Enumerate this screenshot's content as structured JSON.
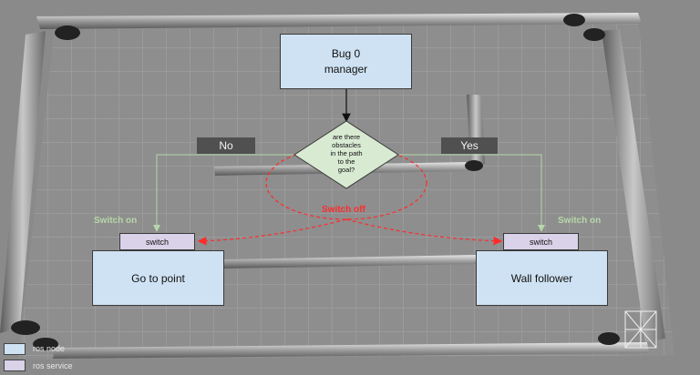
{
  "manager": {
    "text_line1": "Bug 0",
    "text_line2": "manager"
  },
  "decision": {
    "lines": [
      "are there",
      "obstacles",
      "in the path",
      "to the",
      "goal?"
    ]
  },
  "branches": {
    "no": "No",
    "yes": "Yes"
  },
  "switch_on_left": "Switch on",
  "switch_on_right": "Switch on",
  "switch_off": "Switch off",
  "left_node": {
    "service": "switch",
    "name": "Go to point"
  },
  "right_node": {
    "service": "switch",
    "name": "Wall follower"
  },
  "legend": {
    "node": "ros node",
    "service": "ros service"
  },
  "colors": {
    "ros_node": "#cfe2f3",
    "ros_service": "#d9d2e9",
    "switch_on": "#b6d7a8",
    "switch_off": "#ff2b2b",
    "diamond": "#d9ead3"
  }
}
